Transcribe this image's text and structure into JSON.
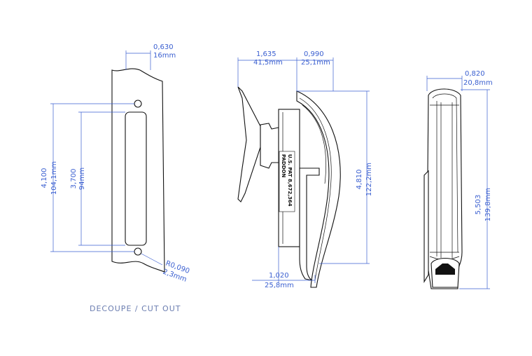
{
  "caption": "DECOUPE / CUT OUT",
  "stamp": {
    "line1": "U.S. PAT 8,672,364",
    "line2": "PADDON"
  },
  "dimensions": {
    "cutout_width_in": "0,630",
    "cutout_width_mm": "16mm",
    "cutout_height_in": "4,100",
    "cutout_height_mm": "104,1mm",
    "slot_height_in": "3,700",
    "slot_height_mm": "94mm",
    "radius_in": "R0,090",
    "radius_mm": "2,3mm",
    "side_base_in": "1,635",
    "side_base_mm": "41,5mm",
    "side_depth_in": "0,990",
    "side_depth_mm": "25,1mm",
    "side_height_in": "4,810",
    "side_height_mm": "122,2mm",
    "side_bottom_in": "1,020",
    "side_bottom_mm": "25,8mm",
    "front_width_in": "0,820",
    "front_width_mm": "20,8mm",
    "front_height_in": "5,503",
    "front_height_mm": "139,8mm"
  },
  "colors": {
    "dimension": "#3a5fd0",
    "outline": "#111111",
    "caption": "#6b7db0"
  }
}
